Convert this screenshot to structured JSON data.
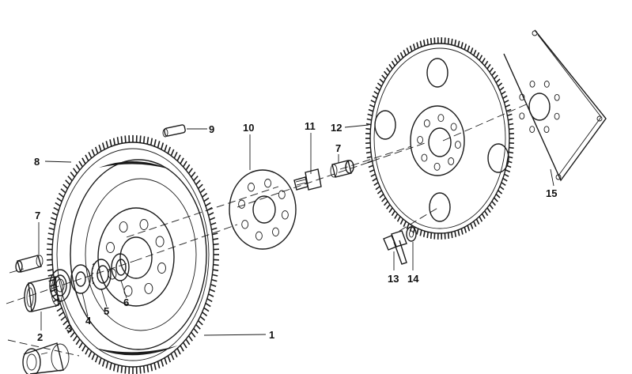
{
  "callouts": {
    "p1": "1",
    "p2": "2",
    "p3": "3",
    "p4": "4",
    "p5": "5",
    "p6": "6",
    "p7a": "7",
    "p7b": "7",
    "p8": "8",
    "p9": "9",
    "p10": "10",
    "p11": "11",
    "p12": "12",
    "p13": "13",
    "p14": "14",
    "p15": "15"
  },
  "colors": {
    "ink": "#1a1a1a",
    "background": "#ffffff"
  }
}
